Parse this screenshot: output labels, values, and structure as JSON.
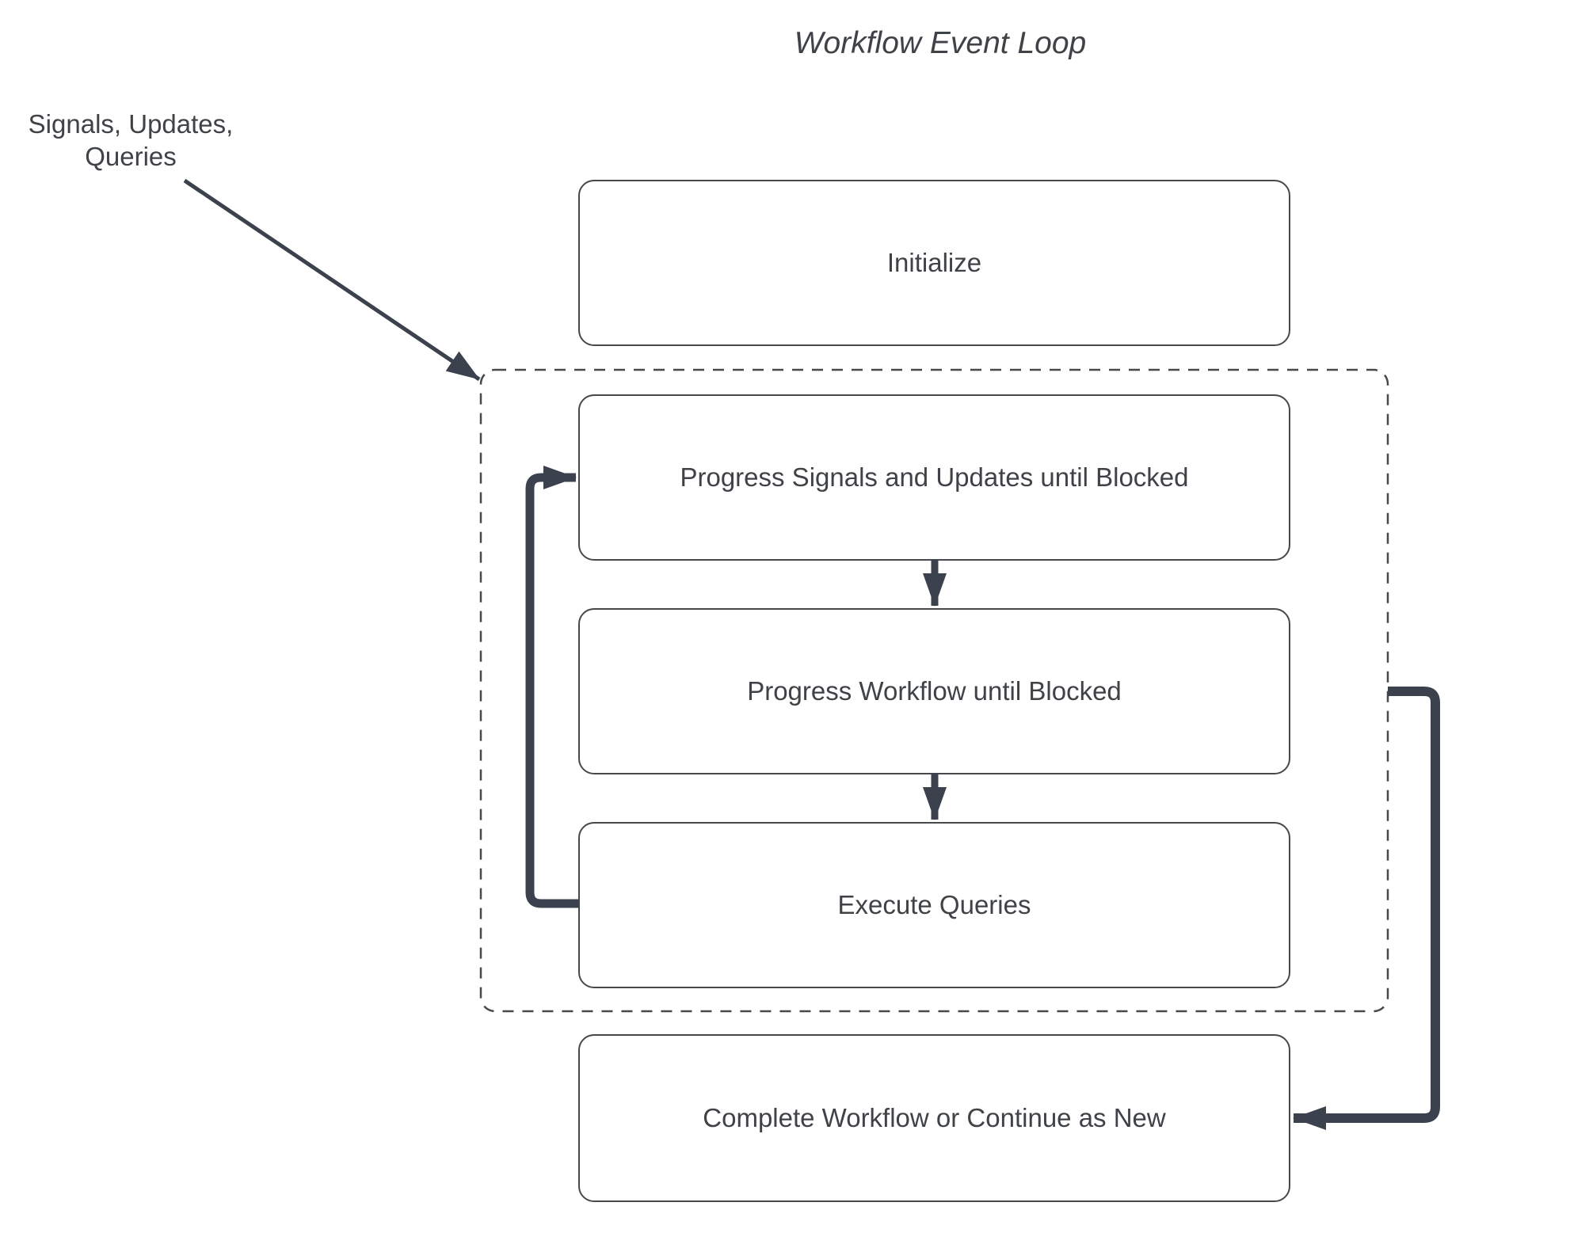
{
  "title": "Workflow Event Loop",
  "annotation": {
    "label": "Signals, Updates,\nQueries"
  },
  "theme": {
    "bg": "#ffffff",
    "ink": "#3f4246",
    "arrow": "#3b414d",
    "border": "#46484c",
    "dash": "#48494b",
    "node_bg": "#ffffff"
  },
  "diagram": {
    "nodes": [
      {
        "id": "initialize",
        "label": "Initialize"
      },
      {
        "id": "progress-signals",
        "label": "Progress Signals and Updates until Blocked"
      },
      {
        "id": "progress-workflow",
        "label": "Progress Workflow until Blocked"
      },
      {
        "id": "execute-queries",
        "label": "Execute Queries"
      },
      {
        "id": "complete",
        "label": "Complete Workflow or Continue as New"
      }
    ],
    "container": {
      "id": "event-loop-group",
      "style": "dashed",
      "contains": [
        "progress-signals",
        "progress-workflow",
        "execute-queries"
      ]
    },
    "edges": [
      {
        "from": "signals-updates-queries-label",
        "to": "event-loop-group"
      },
      {
        "from": "progress-signals",
        "to": "progress-workflow"
      },
      {
        "from": "progress-workflow",
        "to": "execute-queries"
      },
      {
        "from": "execute-queries",
        "to": "progress-signals",
        "kind": "loopback"
      },
      {
        "from": "event-loop-group",
        "to": "complete"
      }
    ]
  }
}
